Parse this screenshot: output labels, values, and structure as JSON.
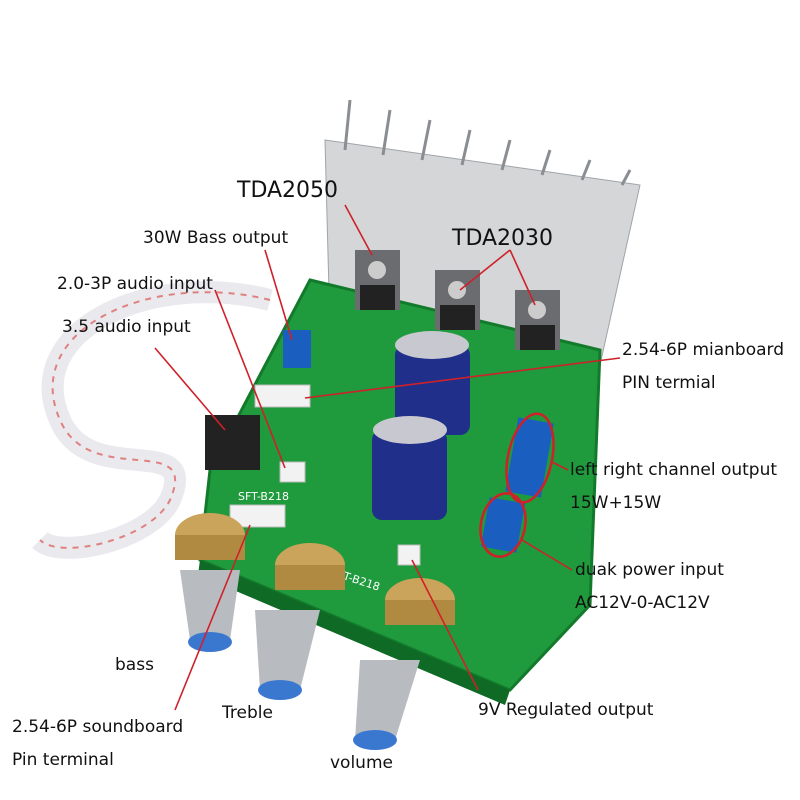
{
  "labels": {
    "tda2050": "TDA2050",
    "tda2030": "TDA2030",
    "bass_output": "30W Bass output",
    "audio_input_3p": "2.0-3P audio input",
    "audio_input_35": "3.5 audio input",
    "mainboard_pin_1": "2.54-6P mianboard",
    "mainboard_pin_2": "PIN termial",
    "channel_output_1": "left right channel output",
    "channel_output_2": "15W+15W",
    "power_input_1": "duak power input",
    "power_input_2": "AC12V-0-AC12V",
    "bass": "bass",
    "soundboard_pin_1": "2.54-6P soundboard",
    "soundboard_pin_2": "Pin terminal",
    "treble": "Treble",
    "regulated_output": "9V Regulated output",
    "volume": "volume"
  },
  "board_marking": "SFT-B218",
  "colors": {
    "pcb": "#1f9a3c",
    "heatsink": "#d4d6d8",
    "arrow": "#d0202a",
    "terminal": "#1a5fc0",
    "capacitor": "#1f2f8a",
    "knob": "#b8bcc0"
  }
}
